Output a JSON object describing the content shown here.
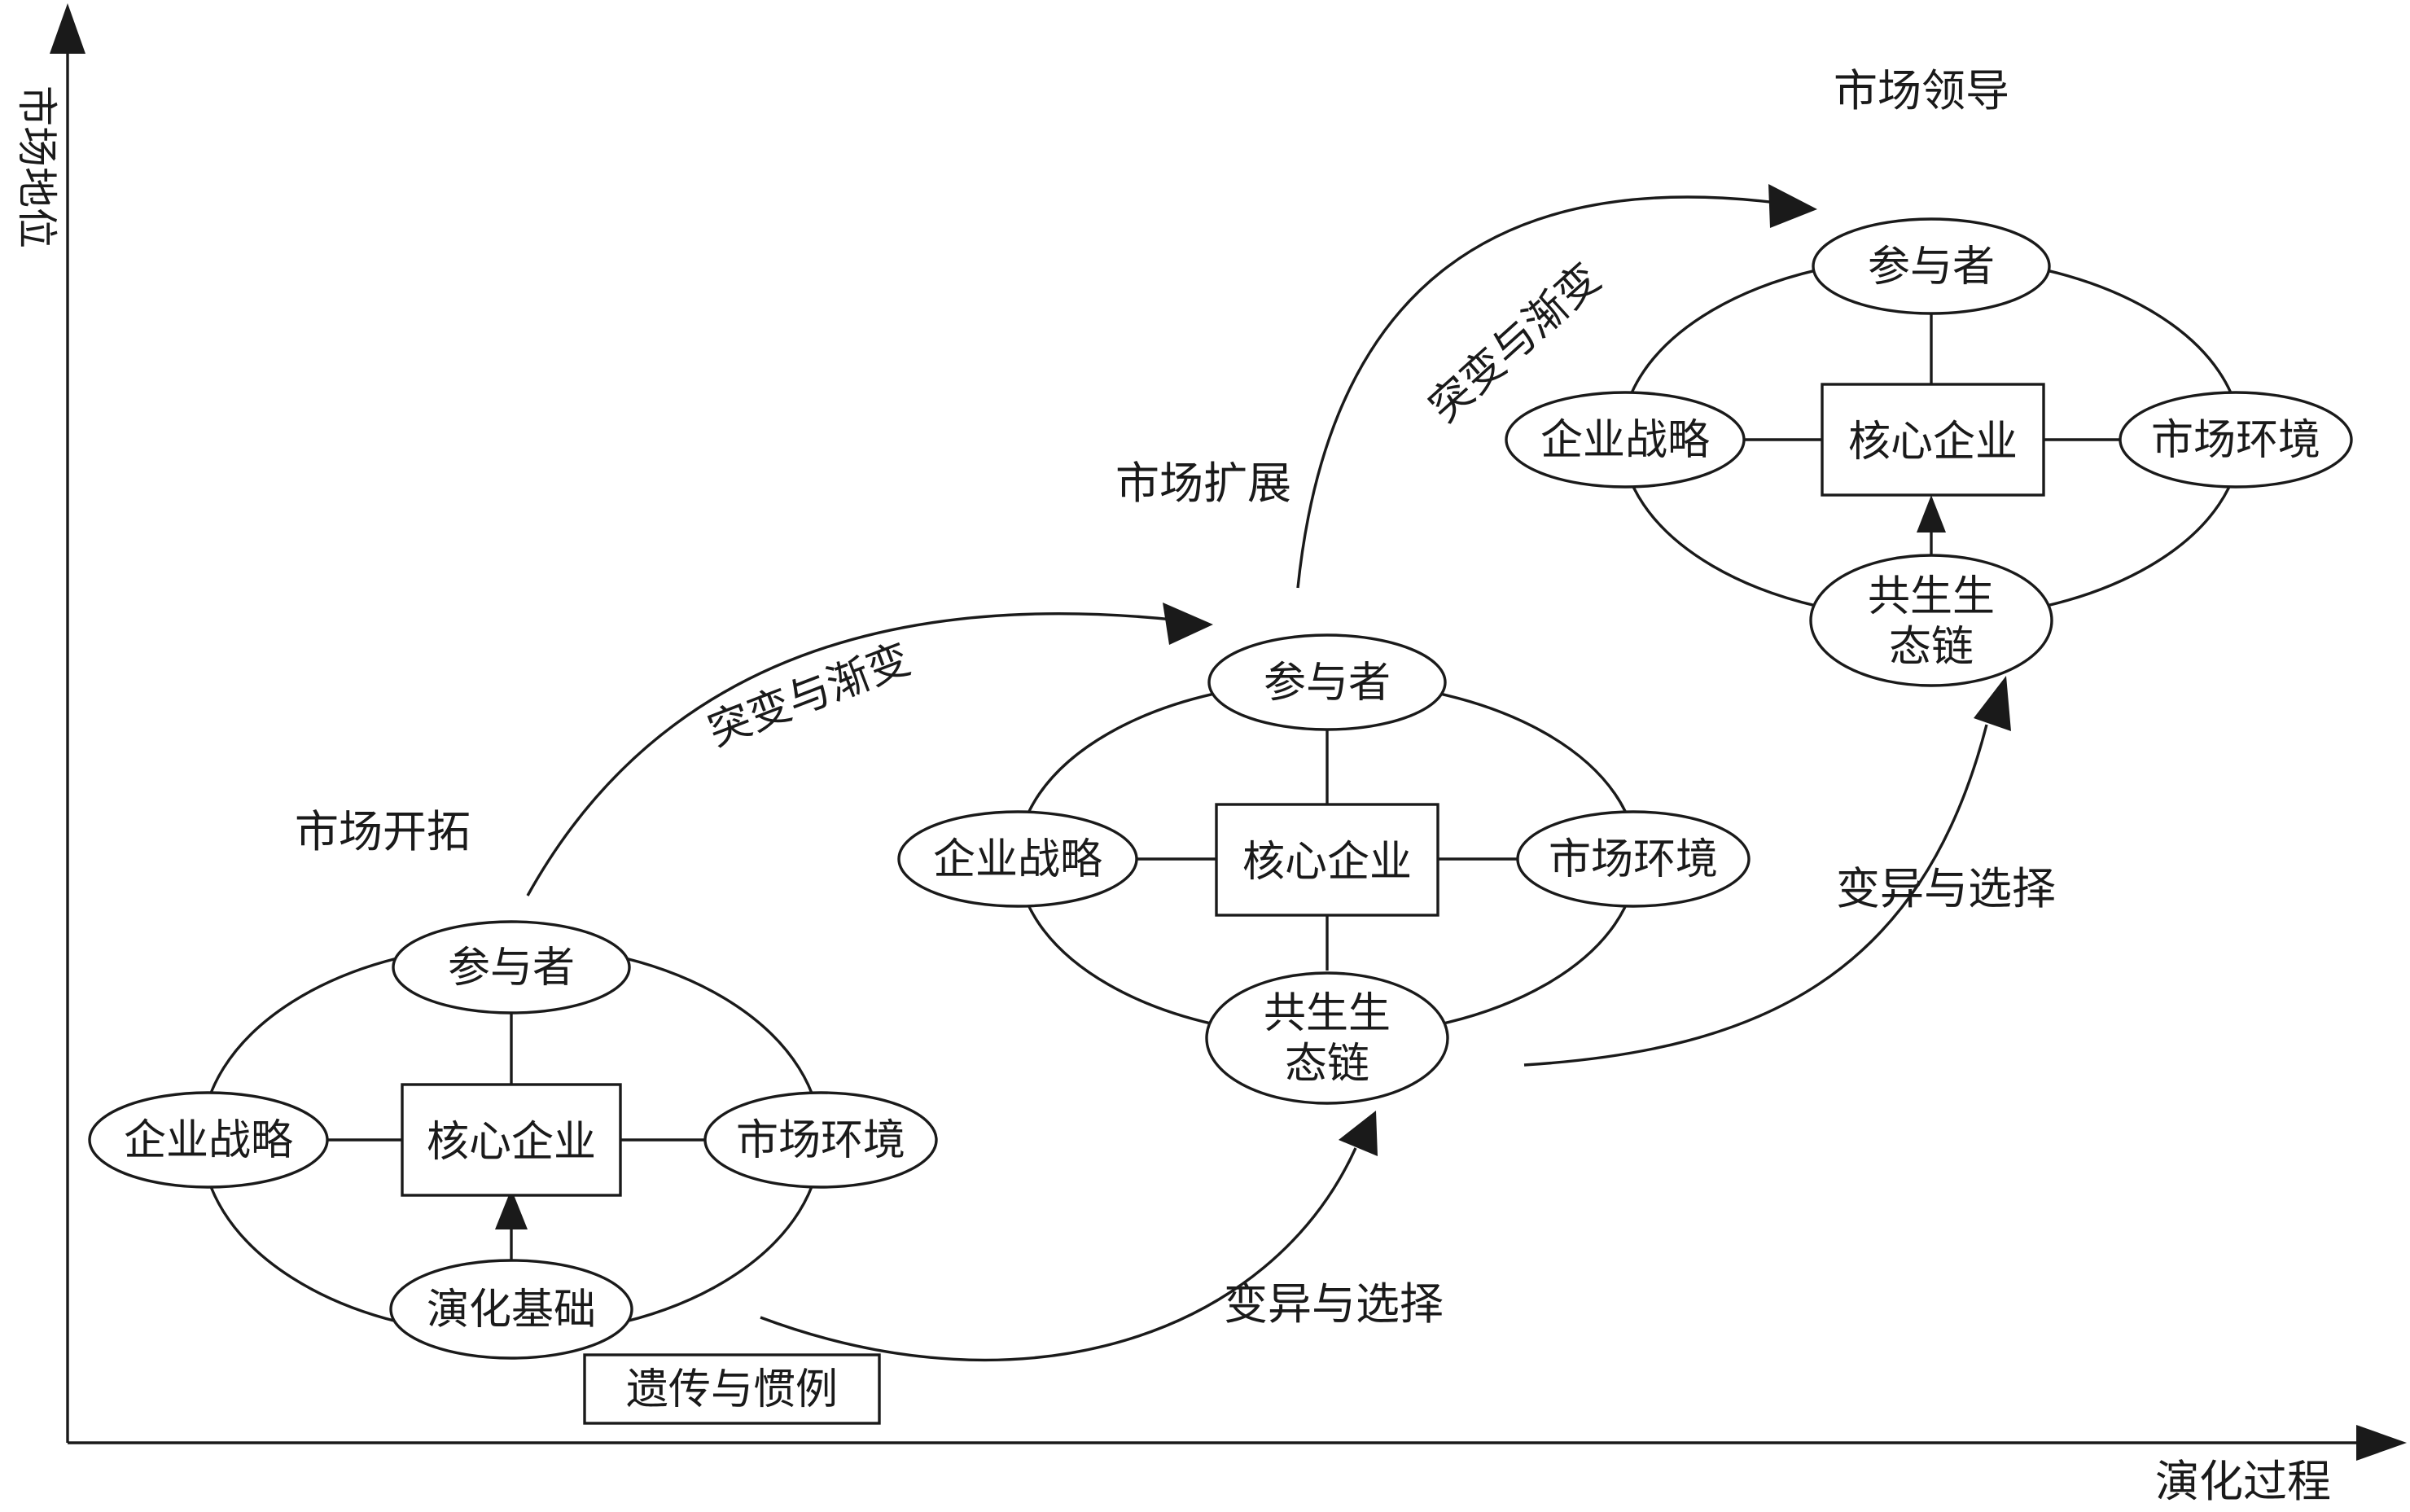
{
  "axes": {
    "y_label": "市场地位",
    "x_label": "演化过程"
  },
  "stages": [
    {
      "title": "市场开拓",
      "participant": "参与者",
      "strategy": "企业战略",
      "core": "核心企业",
      "environment": "市场环境",
      "foundation": "演化基础",
      "note": "遗传与惯例"
    },
    {
      "title": "市场扩展",
      "participant": "参与者",
      "strategy": "企业战略",
      "core": "核心企业",
      "environment": "市场环境",
      "foundation_line1": "共生生",
      "foundation_line2": "态链"
    },
    {
      "title": "市场领导",
      "participant": "参与者",
      "strategy": "企业战略",
      "core": "核心企业",
      "environment": "市场环境",
      "foundation_line1": "共生生",
      "foundation_line2": "态链"
    }
  ],
  "transitions": {
    "mutation_1": "突变与渐变",
    "mutation_2": "突变与渐变",
    "selection_1": "变异与选择",
    "selection_2": "变异与选择"
  }
}
